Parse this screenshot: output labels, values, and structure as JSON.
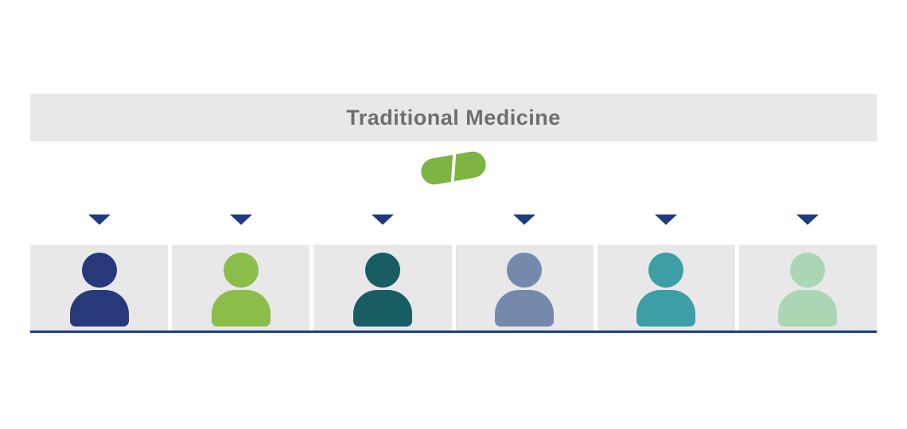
{
  "title": "Traditional Medicine",
  "icons": {
    "pill": "capsule-pill-icon",
    "arrow": "down-triangle-arrow-icon",
    "person": "person-silhouette-icon"
  },
  "colors": {
    "banner_bg": "#e8e8e8",
    "title_color": "#6d6e71",
    "pill_color": "#7cb543",
    "arrow_color": "#1e3c7d",
    "box_bg": "#e8e8e8",
    "baseline_color": "#1e3c7d"
  },
  "people": [
    {
      "label": "patient-1",
      "color": "#27397a"
    },
    {
      "label": "patient-2",
      "color": "#8bbd4b"
    },
    {
      "label": "patient-3",
      "color": "#175d62"
    },
    {
      "label": "patient-4",
      "color": "#7589ad"
    },
    {
      "label": "patient-5",
      "color": "#3b9fa5"
    },
    {
      "label": "patient-6",
      "color": "#abd6b4"
    }
  ]
}
